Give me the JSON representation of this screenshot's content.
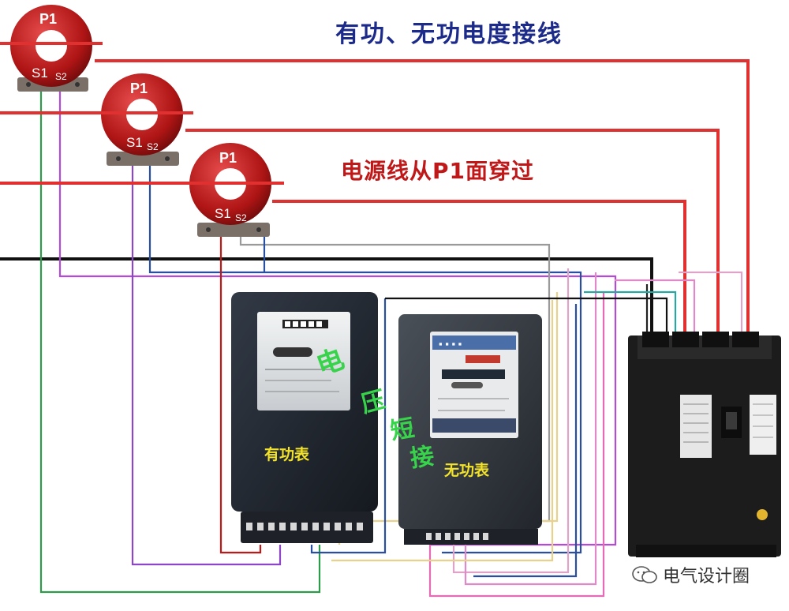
{
  "title": "有功、无功电度接线",
  "note": "电源线从P1面穿过",
  "ct_labels": {
    "primary": "P1",
    "s1": "S1",
    "s2": "S2"
  },
  "meters": {
    "active": {
      "label": "有功表"
    },
    "reactive": {
      "label": "无功表"
    }
  },
  "annotation_chars": [
    "电",
    "压",
    "短",
    "接"
  ],
  "watermark": "电气设计圈",
  "colors": {
    "phase_wire": "#e03030",
    "neutral_wire": "#111111",
    "title": "#1c2b8a",
    "note": "#c01818",
    "ct_body": "#b01515",
    "meter_label": "#f3e22a",
    "green_annotation": "#37d34a",
    "breaker_body": "#1c1c1c"
  }
}
